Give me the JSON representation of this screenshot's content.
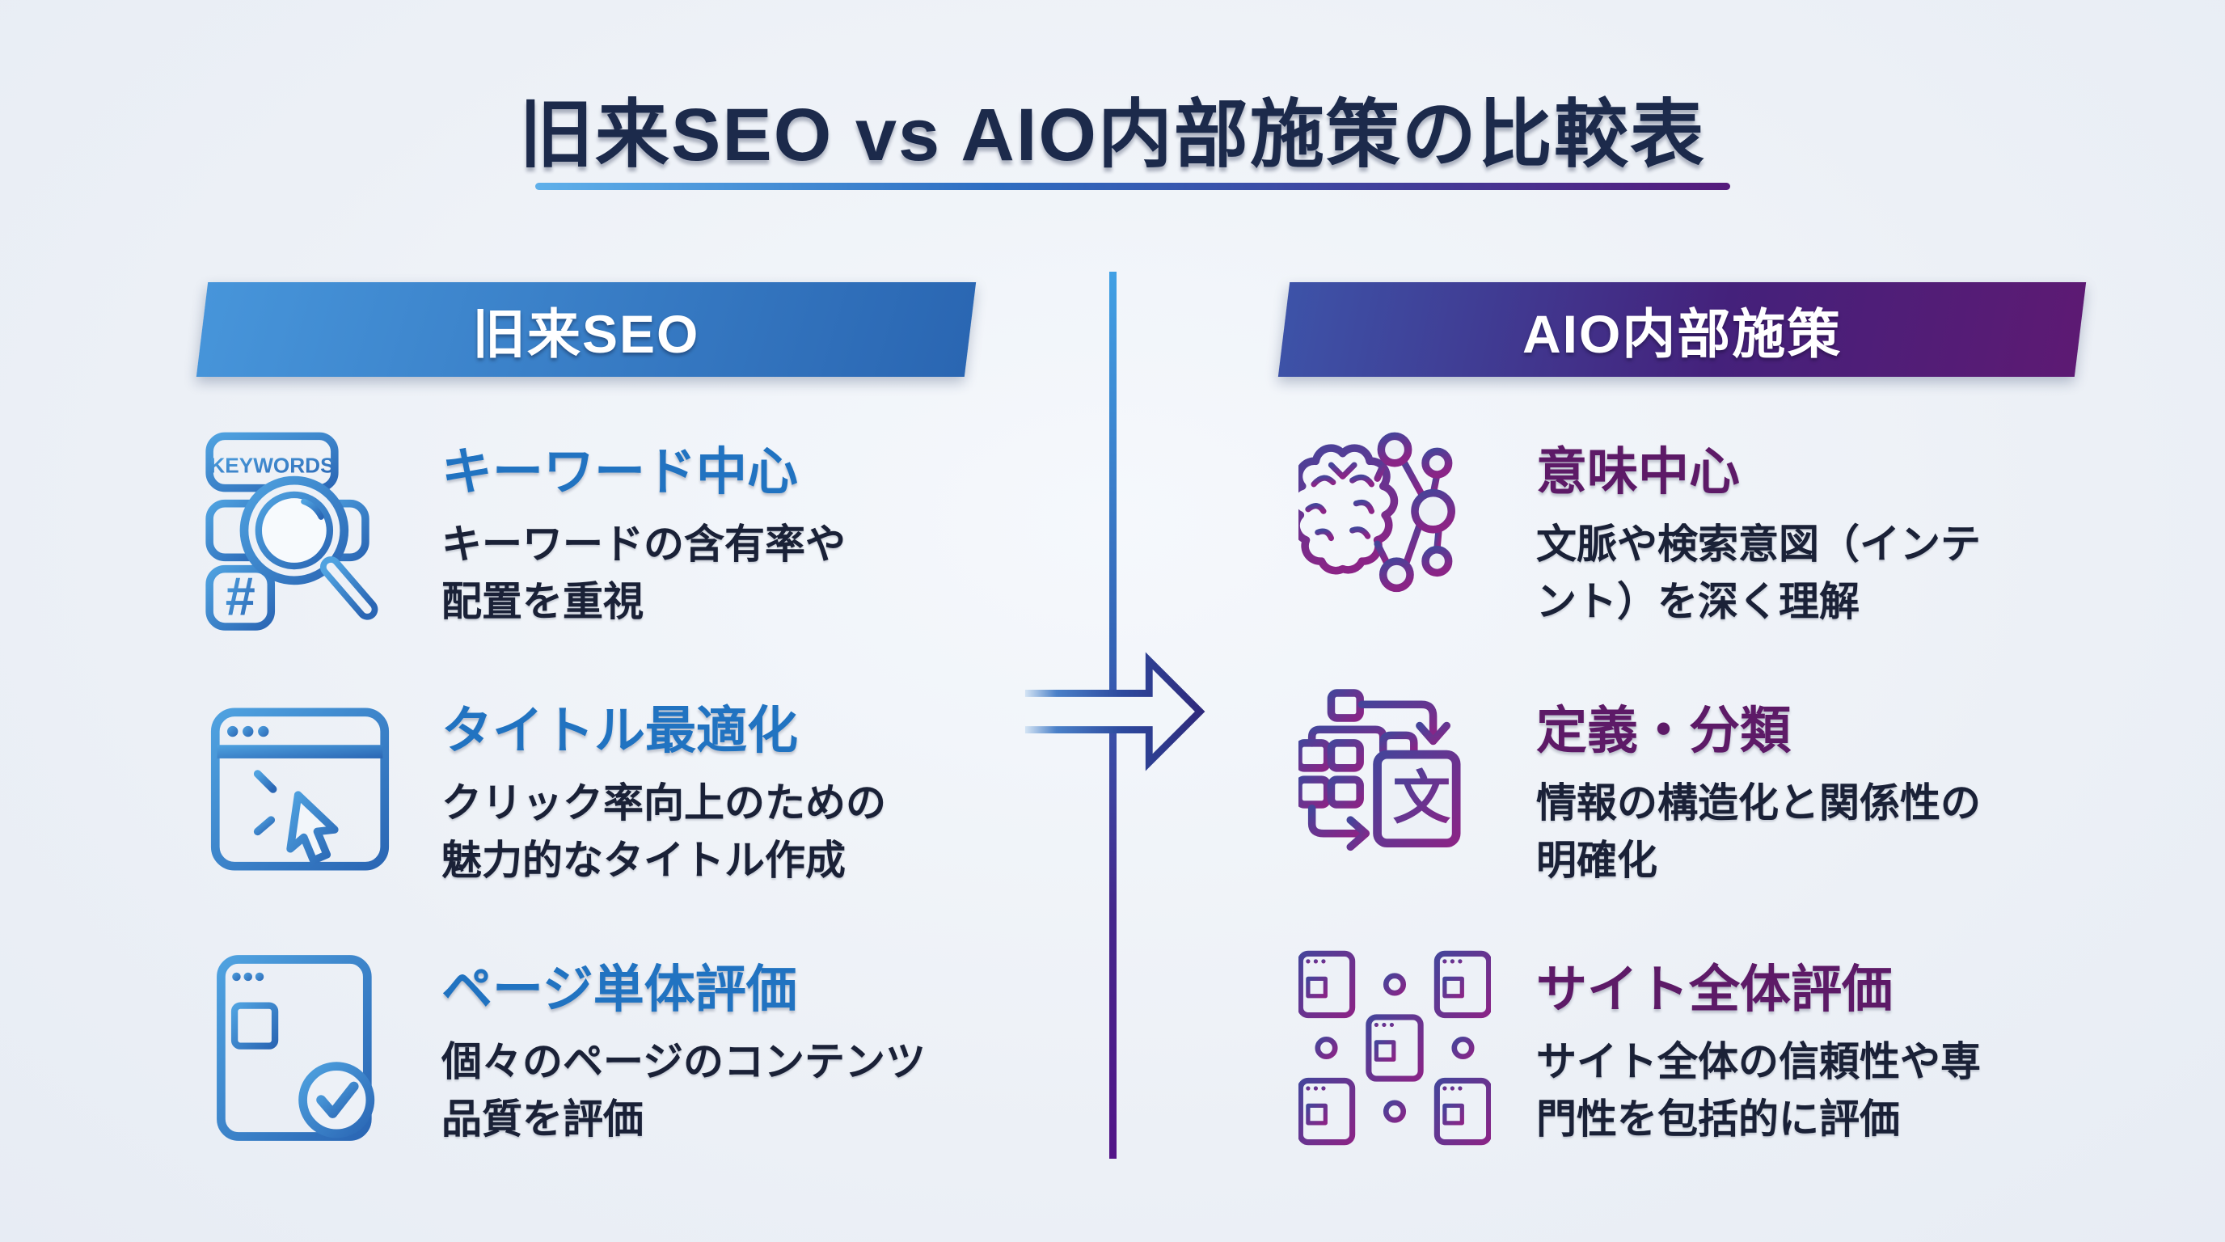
{
  "title": "旧来SEO vs AIO内部施策の比較表",
  "left": {
    "header": "旧来SEO",
    "items": [
      {
        "icon": "keywords-magnifier-icon",
        "heading": "キーワード中心",
        "body": "キーワードの含有率や\n配置を重視"
      },
      {
        "icon": "browser-click-icon",
        "heading": "タイトル最適化",
        "body": "クリック率向上のための\n魅力的なタイトル作成"
      },
      {
        "icon": "page-checkmark-icon",
        "heading": "ページ単体評価",
        "body": "個々のページのコンテンツ\n品質を評価"
      }
    ]
  },
  "right": {
    "header": "AIO内部施策",
    "items": [
      {
        "icon": "brain-network-icon",
        "heading": "意味中心",
        "body": "文脈や検索意図（インテ\nント）を深く理解"
      },
      {
        "icon": "taxonomy-book-icon",
        "heading": "定義・分類",
        "body": "情報の構造化と関係性の\n明確化"
      },
      {
        "icon": "site-network-icon",
        "heading": "サイト全体評価",
        "body": "サイト全体の信頼性や専\n門性を包括的に評価"
      }
    ]
  },
  "icon_text": {
    "keywords_badge": "KEYWORDS",
    "hash_symbol": "#",
    "book_character": "文"
  },
  "colors": {
    "background": "#edf1f7",
    "title_text": "#1c2a4b",
    "left_accent": "#2173c1",
    "right_accent": "#5d1a67",
    "body_text": "#1a2137",
    "left_banner_gradient": [
      "#4795da",
      "#2a66b2"
    ],
    "right_banner_gradient": [
      "#3d53a8",
      "#5d1a73"
    ],
    "divider_gradient": [
      "#41a0e4",
      "#531488"
    ],
    "underline_gradient": [
      "#5fb0ea",
      "#551a7c"
    ]
  }
}
